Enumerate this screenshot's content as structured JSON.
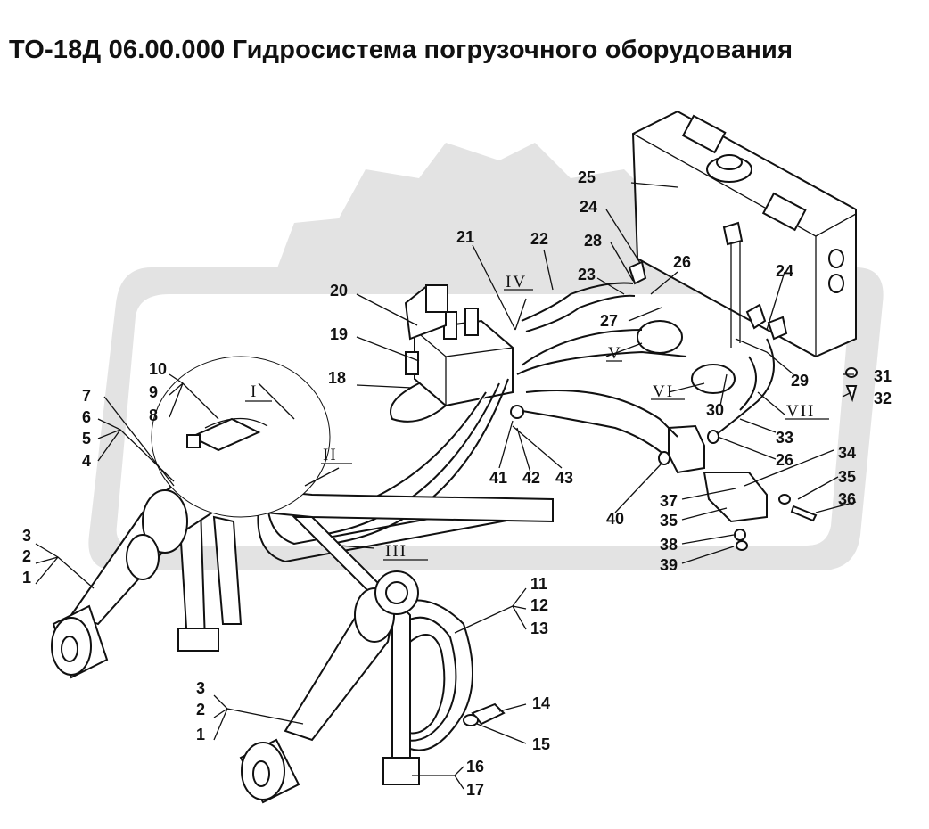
{
  "title": "ТО-18Д 06.00.000 Гидросистема погрузочного оборудования",
  "callouts": [
    "1",
    "2",
    "3",
    "4",
    "5",
    "6",
    "7",
    "8",
    "9",
    "10",
    "11",
    "12",
    "13",
    "14",
    "15",
    "16",
    "17",
    "18",
    "19",
    "20",
    "21",
    "22",
    "23",
    "24",
    "25",
    "26",
    "27",
    "28",
    "29",
    "30",
    "31",
    "32",
    "33",
    "34",
    "35",
    "36",
    "37",
    "38",
    "39",
    "40",
    "41",
    "42",
    "43"
  ],
  "views": [
    "I",
    "II",
    "III",
    "IV",
    "V",
    "VI",
    "VII"
  ],
  "colors": {
    "ink": "#111111",
    "watermark": "#e3e3e3",
    "background": "#ffffff"
  }
}
